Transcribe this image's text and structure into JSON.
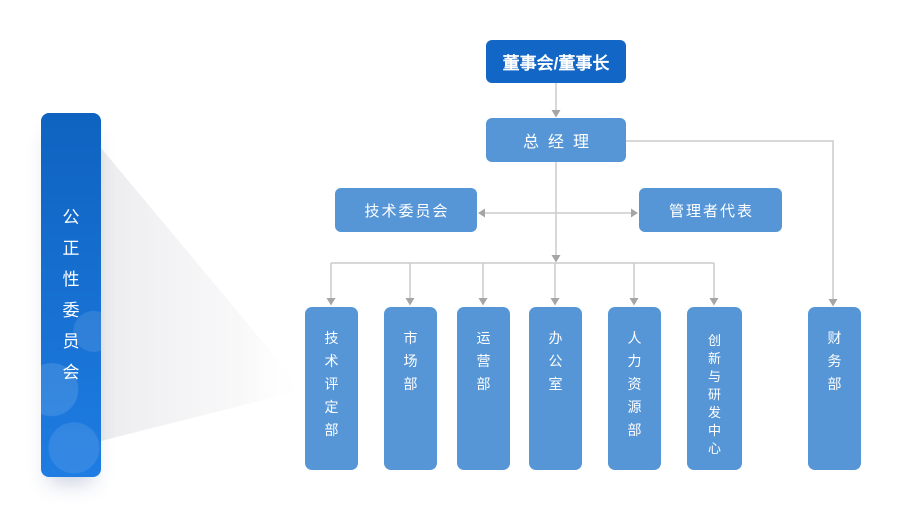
{
  "page": {
    "background": "#ffffff"
  },
  "colors": {
    "primary_dark": "#1266c5",
    "primary_light": "#5696d7",
    "banner_gradient_top": "#0f63c0",
    "banner_gradient_bottom": "#1e7ce2",
    "connector_line": "#cbcbcb",
    "connector_arrow": "#a5a5a5",
    "beam_fill": "#ececee",
    "text_on_blue": "#ffffff"
  },
  "banner": {
    "label": "公正性委员会"
  },
  "org": {
    "board": {
      "label": "董事会/董事长"
    },
    "general_manager": {
      "label": "总经理"
    },
    "technical_committee": {
      "label": "技术委员会"
    },
    "management_representative": {
      "label": "管理者代表"
    },
    "departments": [
      {
        "id": "tech-evaluation",
        "label": "技术评定部"
      },
      {
        "id": "marketing",
        "label": "市场部"
      },
      {
        "id": "operations",
        "label": "运营部"
      },
      {
        "id": "office",
        "label": "办公室"
      },
      {
        "id": "human-resources",
        "label": "人力资源部"
      },
      {
        "id": "innovation-rd",
        "label": "创新与研发中心"
      },
      {
        "id": "finance",
        "label": "财务部"
      }
    ]
  }
}
